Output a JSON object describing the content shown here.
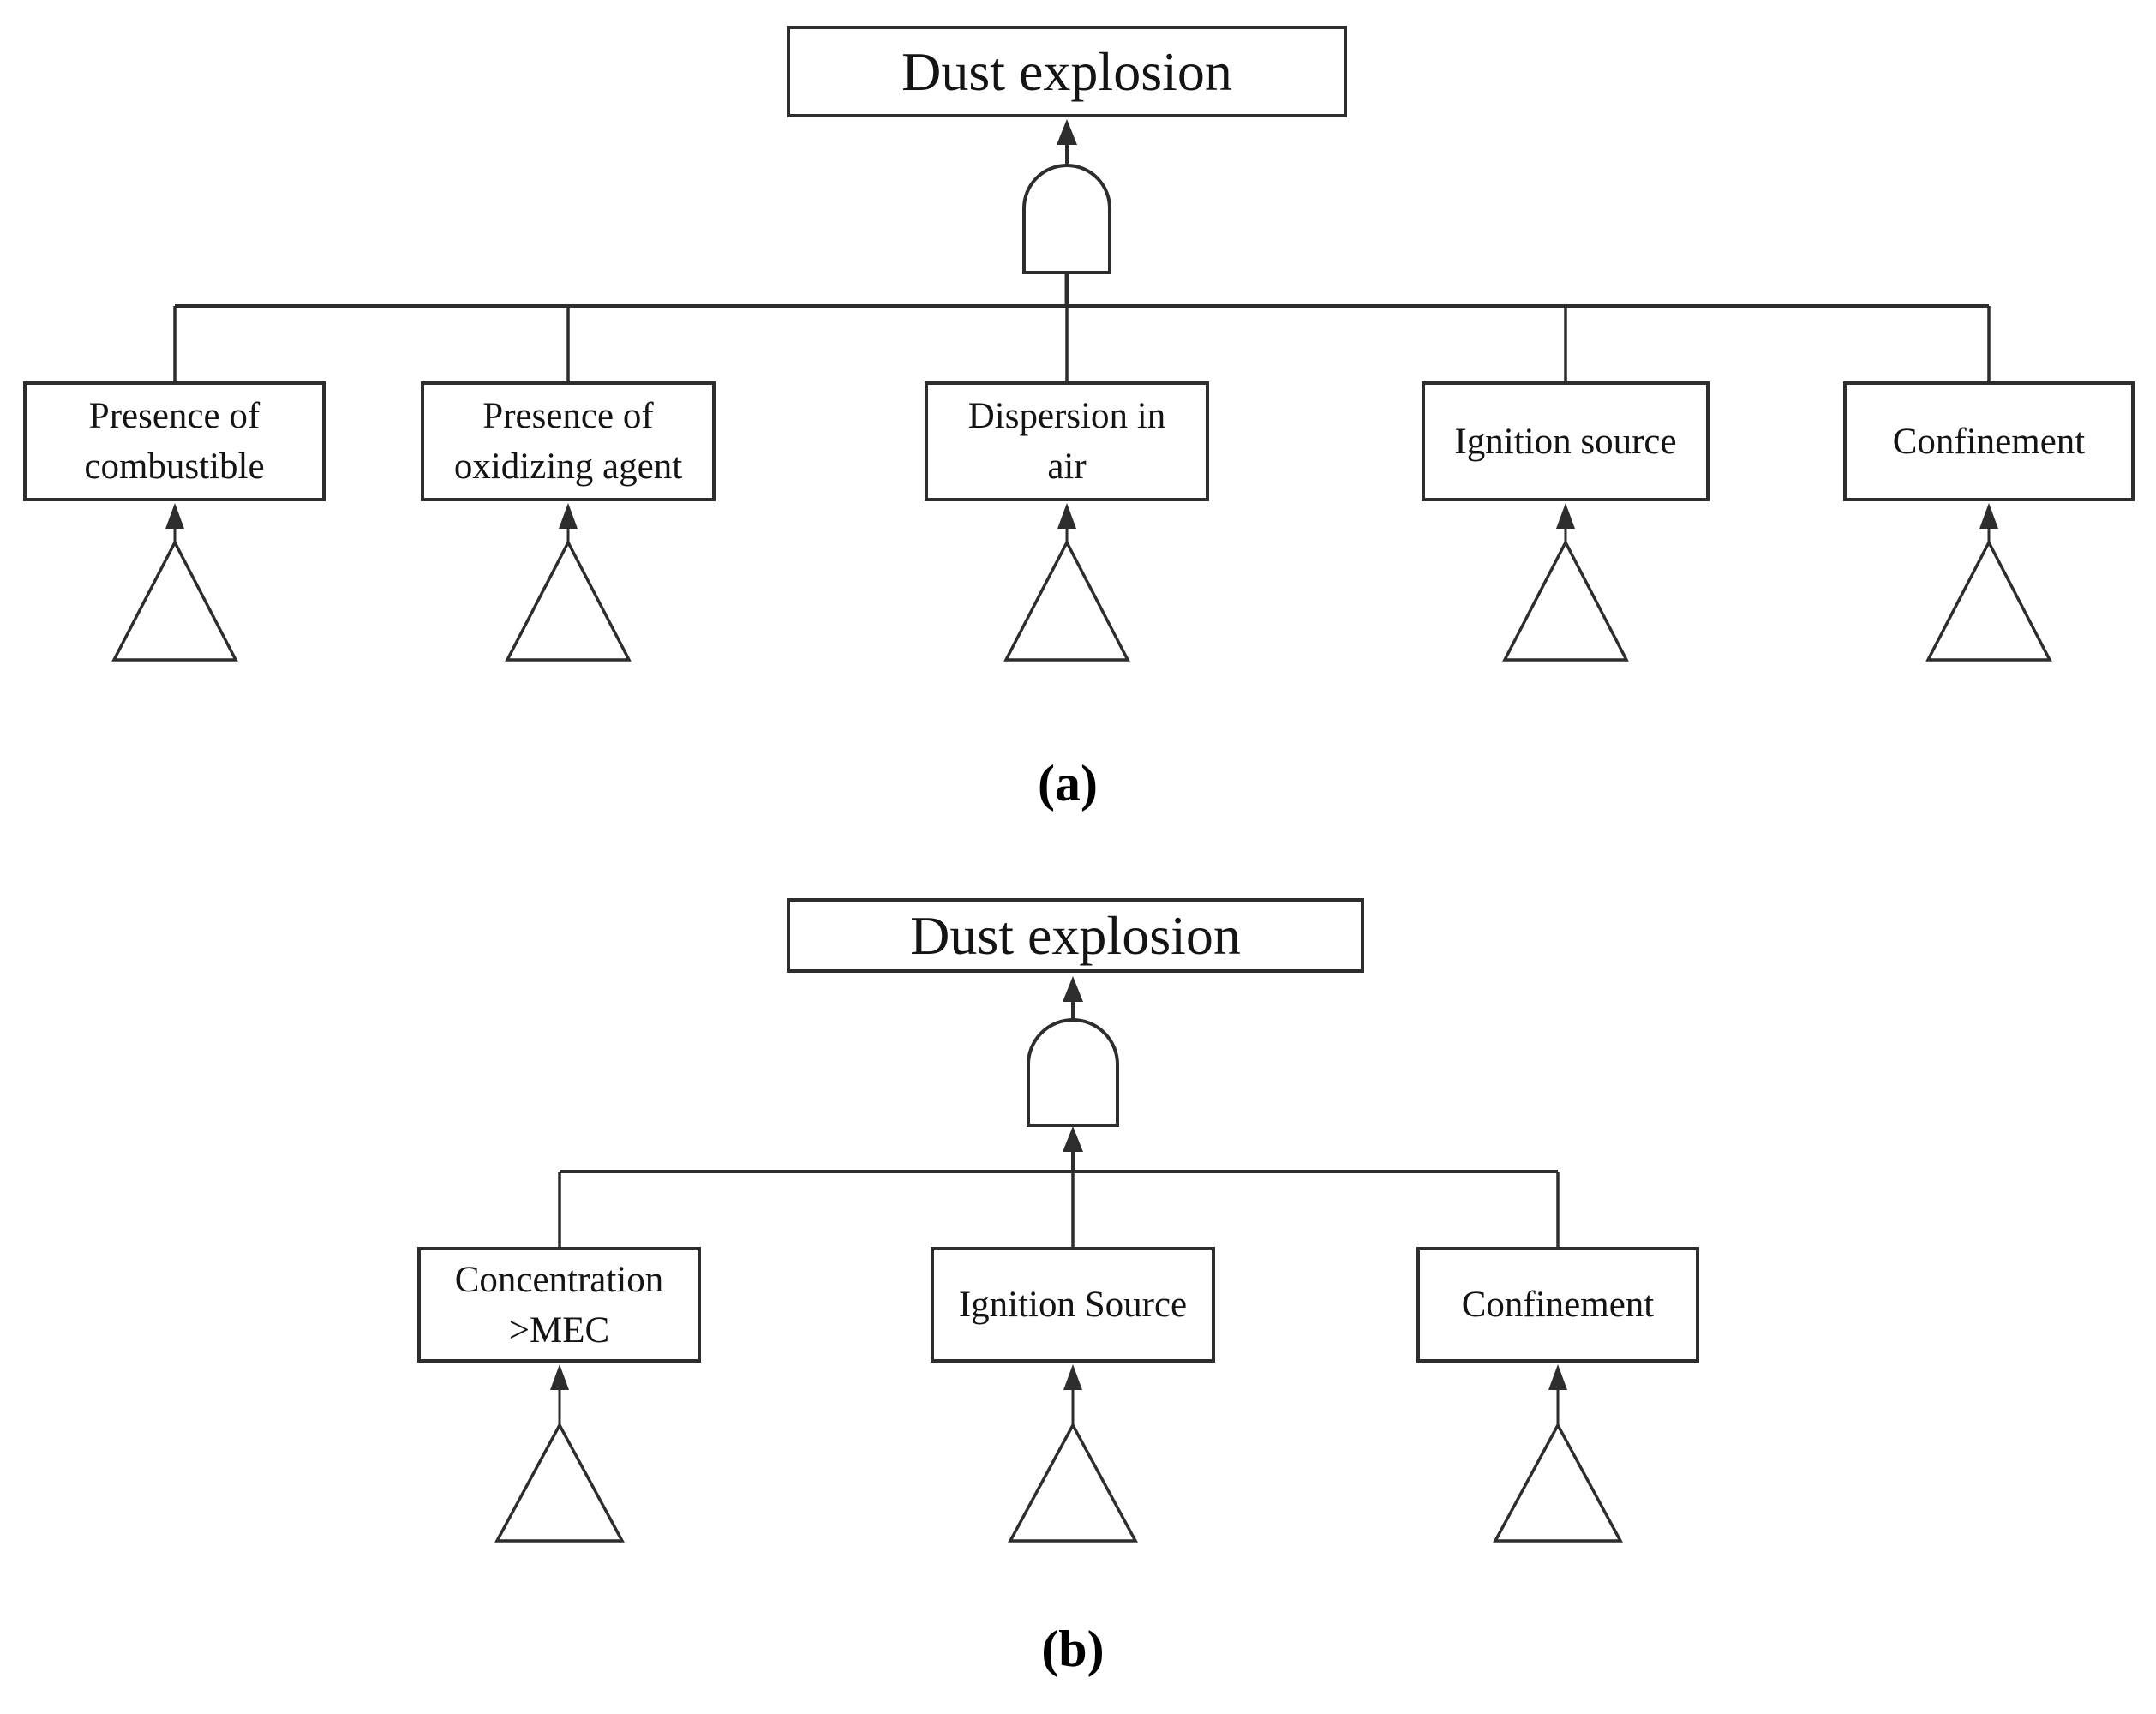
{
  "figure": {
    "background_color": "#ffffff",
    "line_color": "#2d2d2d",
    "text_color": "#141414"
  },
  "diagram_a": {
    "caption": "(a)",
    "top_event": "Dust explosion",
    "gate_icon": "and-gate-icon",
    "transfer_icon": "triangle-icon",
    "children": [
      {
        "lines": [
          "Presence of",
          "combustible"
        ]
      },
      {
        "lines": [
          "Presence of",
          "oxidizing agent"
        ]
      },
      {
        "lines": [
          "Dispersion in",
          "air"
        ]
      },
      {
        "lines": [
          "Ignition source"
        ]
      },
      {
        "lines": [
          "Confinement"
        ]
      }
    ]
  },
  "diagram_b": {
    "caption": "(b)",
    "top_event": "Dust explosion",
    "gate_icon": "and-gate-icon",
    "transfer_icon": "triangle-icon",
    "children": [
      {
        "lines": [
          "Concentration",
          ">MEC"
        ]
      },
      {
        "lines": [
          "Ignition Source"
        ]
      },
      {
        "lines": [
          "Confinement"
        ]
      }
    ]
  }
}
